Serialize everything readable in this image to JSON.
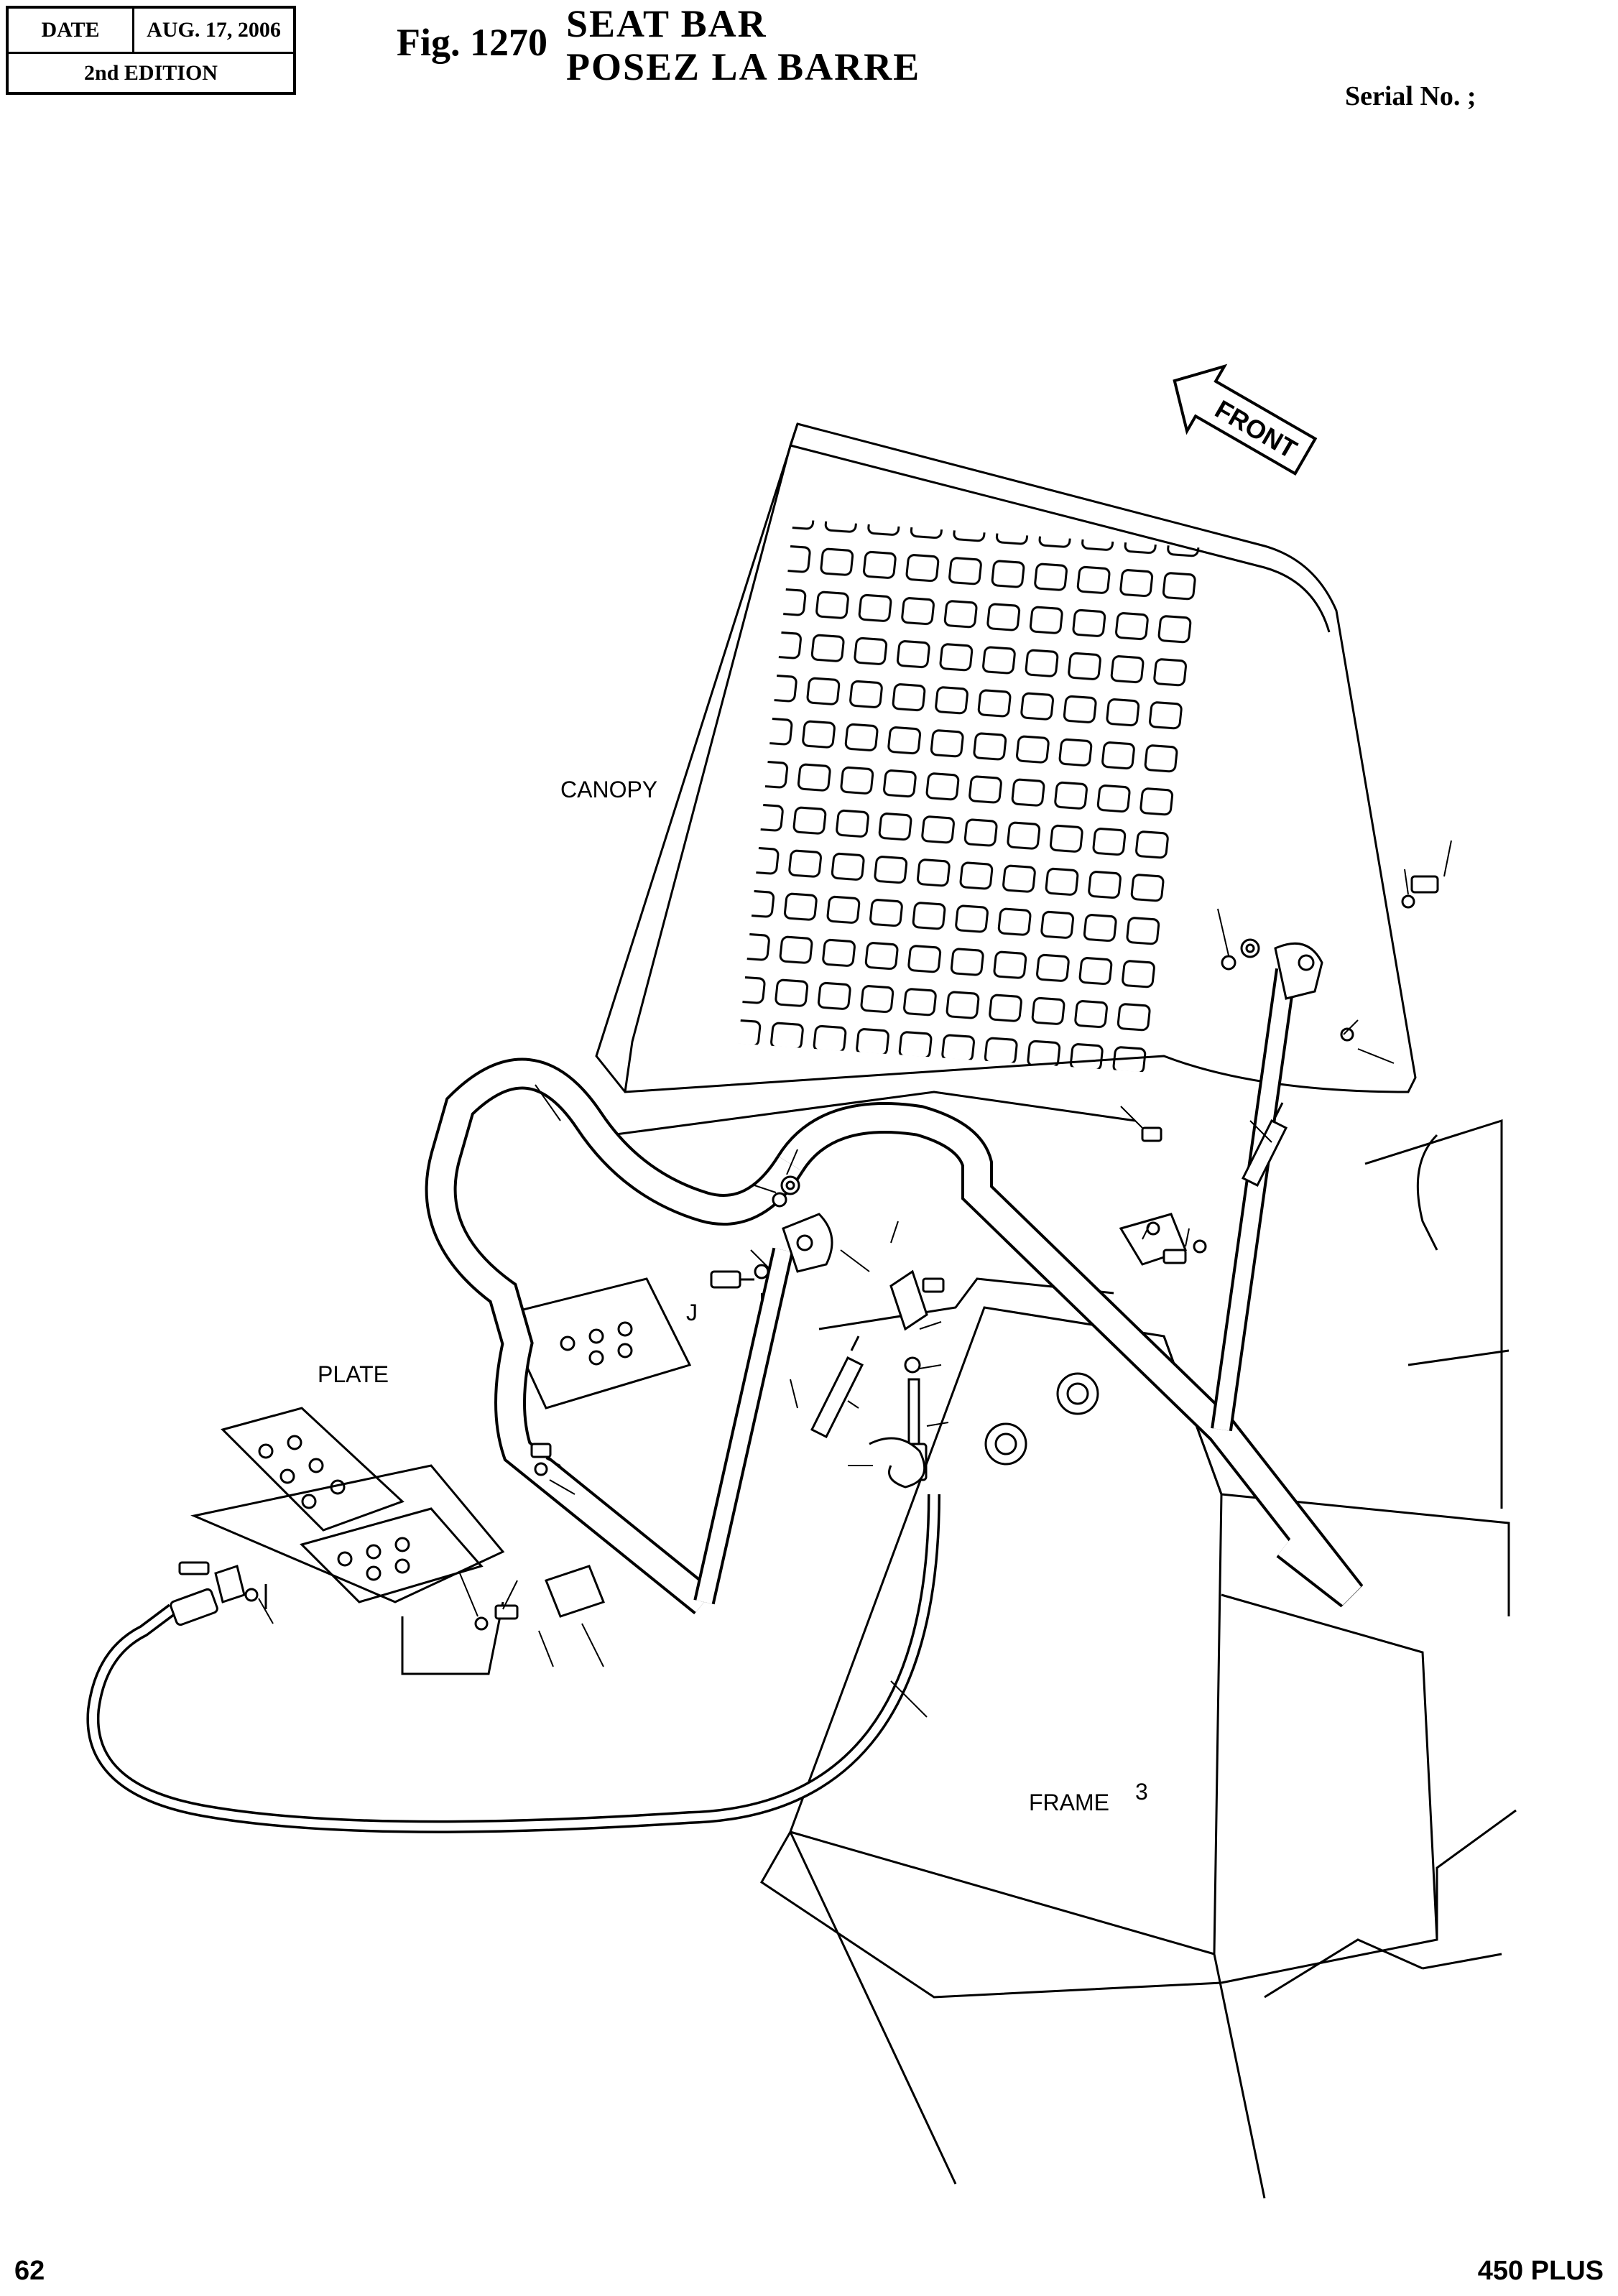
{
  "header": {
    "date_label": "DATE",
    "date_value": "AUG. 17, 2006",
    "edition": "2nd EDITION",
    "fig_number": "Fig. 1270",
    "title_en": "SEAT  BAR",
    "title_fr": "POSEZ  LA  BARRE",
    "serial": "Serial No. ;"
  },
  "diagram": {
    "front_label": "FRONT",
    "labels": {
      "canopy": "CANOPY",
      "plate": "PLATE",
      "frame": "FRAME"
    },
    "small_marks": [
      "J",
      "3"
    ]
  },
  "footer": {
    "page": "62",
    "model": "450 PLUS"
  }
}
